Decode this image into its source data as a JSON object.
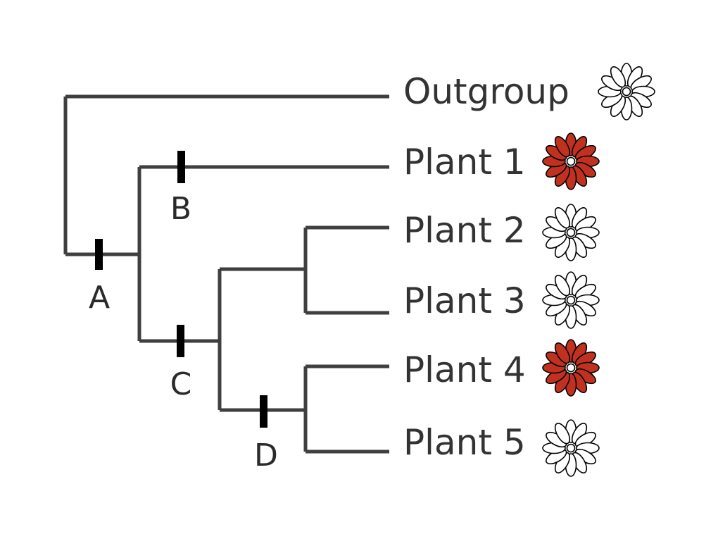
{
  "markers": [
    {
      "id": "A",
      "label": "A"
    },
    {
      "id": "B",
      "label": "B"
    },
    {
      "id": "C",
      "label": "C"
    },
    {
      "id": "D",
      "label": "D"
    }
  ],
  "taxa": [
    {
      "id": "outgroup",
      "label": "Outgroup",
      "flower": "white-flower-icon",
      "flower_color": "#ffffff"
    },
    {
      "id": "plant-1",
      "label": "Plant 1",
      "flower": "red-flower-icon",
      "flower_color": "#c0321f"
    },
    {
      "id": "plant-2",
      "label": "Plant 2",
      "flower": "white-flower-icon",
      "flower_color": "#ffffff"
    },
    {
      "id": "plant-3",
      "label": "Plant 3",
      "flower": "white-flower-icon",
      "flower_color": "#ffffff"
    },
    {
      "id": "plant-4",
      "label": "Plant 4",
      "flower": "red-flower-icon",
      "flower_color": "#c0321f"
    },
    {
      "id": "plant-5",
      "label": "Plant 5",
      "flower": "white-flower-icon",
      "flower_color": "#ffffff"
    }
  ],
  "colors": {
    "branch": "#3f3f3f",
    "red_flower": "#c0321f",
    "white_flower": "#ffffff"
  }
}
